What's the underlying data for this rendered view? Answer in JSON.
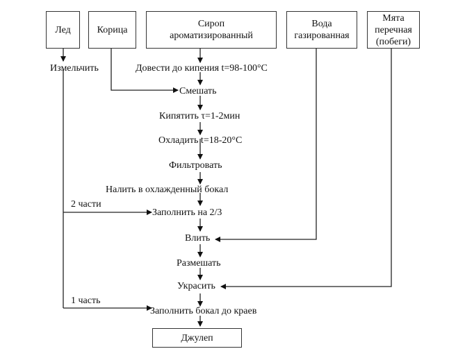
{
  "ingredients": {
    "ice": "Лед",
    "cinnamon": "Корица",
    "syrup_line1": "Сироп",
    "syrup_line2": "ароматизированный",
    "soda_line1": "Вода",
    "soda_line2": "газированная",
    "mint_line1": "Мята",
    "mint_line2": "перечная",
    "mint_line3": "(побеги)"
  },
  "steps": {
    "crush": "Измельчить",
    "boil_to": "Довести до кипения t=98-100°С",
    "mix": "Смешать",
    "boil": "Кипятить  τ=1-2мин",
    "cool": "Охладить t=18-20°С",
    "filter": "Фильтровать",
    "pour_glass": "Налить в  охлажденный бокал",
    "fill_two_thirds": "Заполнить на 2/3",
    "pour_in": "Влить",
    "stir": "Размешать",
    "decorate": "Украсить",
    "fill_to_brim": "Заполнить бокал до краев"
  },
  "edge_labels": {
    "two_parts": "2 части",
    "one_part": "1 часть"
  },
  "result": "Джулеп"
}
